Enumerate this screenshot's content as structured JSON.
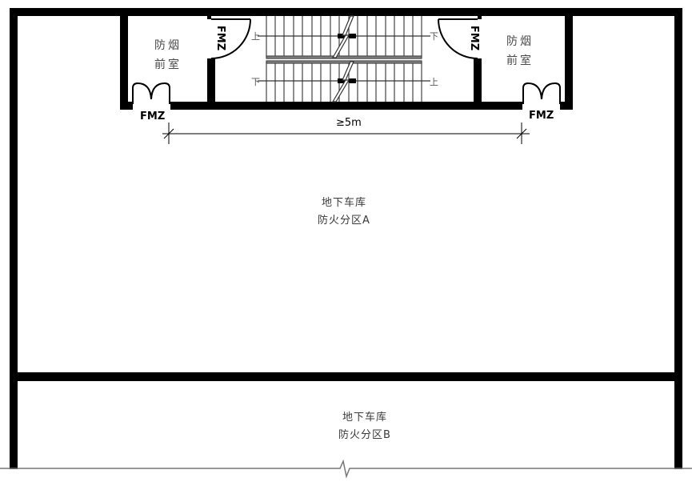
{
  "drawing": {
    "type": "floor-plan",
    "subject": "underground garage evacuation stair with smoke-prevention anterooms",
    "colors": {
      "wall": "#000000",
      "text": "#3a3a3a",
      "line": "#555555",
      "background": "#ffffff"
    }
  },
  "rooms": {
    "anteroom_left": {
      "line1": "防烟",
      "line2": "前室"
    },
    "anteroom_right": {
      "line1": "防烟",
      "line2": "前室"
    },
    "zone_a": {
      "line1": "地下车库",
      "line2": "防火分区A"
    },
    "zone_b": {
      "line1": "地下车库",
      "line2": "防火分区B"
    }
  },
  "doors": {
    "left_bottom": "FMZ",
    "left_stair": "FMZ",
    "right_stair": "FMZ",
    "right_bottom": "FMZ"
  },
  "stairs": {
    "upper_flight_left": "上",
    "upper_flight_right": "下",
    "lower_flight_left": "下",
    "lower_flight_right": "上"
  },
  "dimension": {
    "text": "≥5m"
  }
}
